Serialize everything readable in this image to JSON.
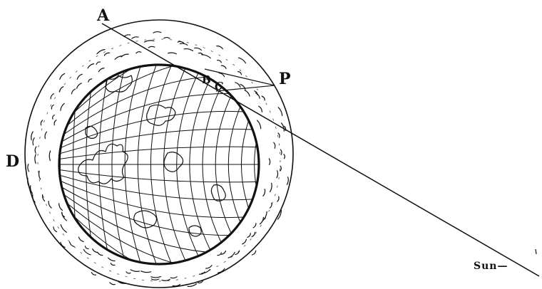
{
  "figure": {
    "labels": {
      "A": "A",
      "B": "B",
      "C": "C",
      "P": "P",
      "D": "D",
      "sun": "Sun—"
    },
    "colors": {
      "ink": "#111111",
      "paper": "#ffffff"
    }
  }
}
